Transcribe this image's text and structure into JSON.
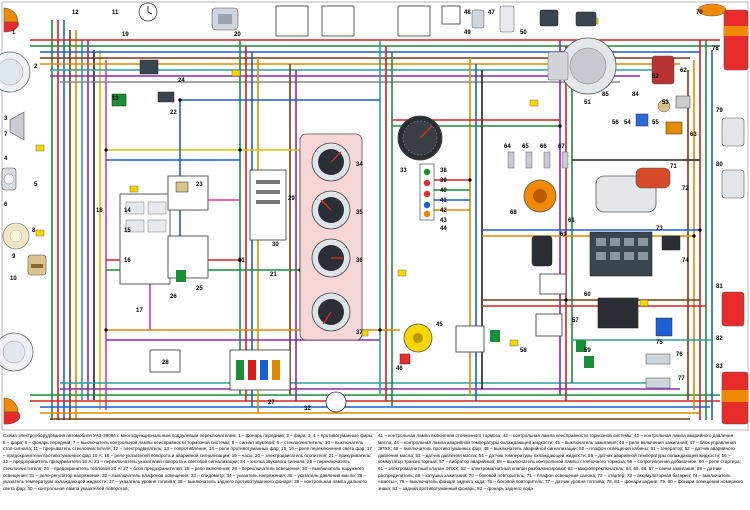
{
  "diagram": {
    "component_numbers": [
      "1",
      "2",
      "3",
      "4",
      "5",
      "6",
      "7",
      "8",
      "9",
      "10",
      "11",
      "12",
      "13",
      "14",
      "15",
      "16",
      "17",
      "18",
      "19",
      "20",
      "21",
      "22",
      "23",
      "24",
      "25",
      "26",
      "27",
      "28",
      "29",
      "30",
      "31",
      "32",
      "33",
      "34",
      "35",
      "36",
      "37",
      "38",
      "39",
      "40",
      "41",
      "42",
      "43",
      "44",
      "45",
      "46",
      "47",
      "48",
      "49",
      "50",
      "51",
      "52",
      "53",
      "54",
      "55",
      "56",
      "57",
      "58",
      "59",
      "60",
      "61",
      "62",
      "63",
      "64",
      "65",
      "66",
      "67",
      "68",
      "69",
      "70",
      "71",
      "72",
      "73",
      "74",
      "75",
      "76",
      "77",
      "78",
      "79",
      "80",
      "81",
      "82",
      "83",
      "84",
      "85"
    ],
    "caption_left": "Схема электрооборудования автомобиля УАЗ-39094 с многофункциональным подрулевым переключателем: 1 – фонарь передний; 2 – фара; 3, 4 – противотуманные фары; 5 – фара; 6 – фонарь передний; 7 – выключатель контрольной лампы неисправности тормозной системы; 8 – сигнал звуковой; 9 – стеклоочиститель; 10 – выключатель стоп-сигнала; 11 – прерыватель стеклоочистителя; 12 – электродвигатель; 13 – сопротивление; 14 – реле противотуманных фар; 15, 16 – реле переключения света фар; 17 – предохранители противотуманных фар 10 А; 18 – реле указателей поворота и аварийной сигнализации; 19 – часы; 20 – электродвигатель отопителя; 21 – прикуриватель; 22 – предохранитель прикуривателя 16 А; 23 – переключатель указателей поворота и световой сигнализации; 24 – кнопка звукового сигнала; 25 – переключатель стеклоочистителя; 26 – предохранитель тепловой 20 А; 27 – блок предохранителей; 28 – реле включения; 29 – переключатель освещения; 30 – выключатель наружного освещения; 31 – реле-регулятор напряжения; 32 – выключатель плафонов освещения; 33 – спидометр; 34 – указатель напряжения; 35 – указатель давления масла; 36 – указатель температуры охлаждающей жидкости; 37 – указатель уровня топлива; 38 – выключатель заднего противотуманного фонаря; 39 – контрольная лампа дальнего света фар; 40 – контрольная лампа указателей поворотов;",
    "caption_right": "41 – контрольная лампа включения стояночного тормоза; 42 – контрольная лампа неисправности тормозной системы; 43 – контрольная лампа аварийного давления масла; 44 – контрольная лампа аварийной температуры охлаждающей жидкости; 45 – выключатель зажигания; 46 – реле включения зажигания; 47 – блок управления ЭПХХ; 48 – выключатель противотуманных фар; 49 – выключатель аварийной сигнализации; 50 – плафон освещения кабины; 51 – генератор; 52 – датчик аварийного давления масла; 53 – датчик давления масла; 54 – датчик температуры охлаждающей жидкости; 55 – датчик аварийной температуры охлаждающей жидкости; 56 – коммутатор транзисторный; 57 – вибратор аварийный; 58 – выключатель контрольной лампы стояночного тормоза; 59 – сопротивление добавочное; 60 – реле стартера; 61 – электромагнитный клапан ЭПХХ; 62 – электромагнитный клапан разбалансировки; 63 – микропереключатель; 64, 65, 66, 67 – свечи зажигания; 68 – датчик-распределитель; 69 – катушка зажигания; 70 – боковой повторитель; 71 – плафон освещения салона; 72 – стартер; 73 – аккумуляторная батарея; 74 – выключатель «массы»; 75 – выключатель фонаря заднего хода; 76 – боковой повторитель; 77 – датчик уровня топлива; 78, 83 – фонари задние; 79, 80 – фонари освещения номерного знака; 81 – задний противотуманный фонарь; 82 – фонарь заднего хода"
  }
}
